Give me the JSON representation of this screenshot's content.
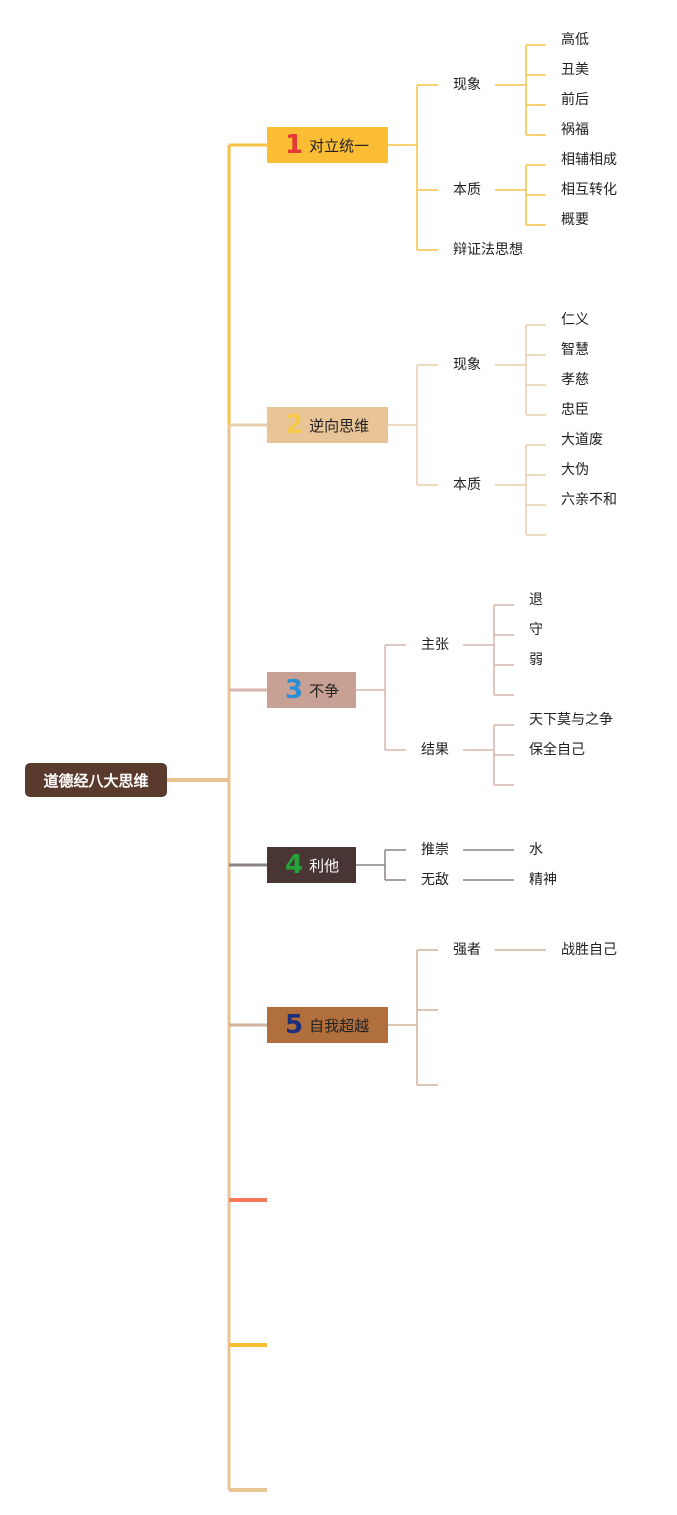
{
  "root": {
    "label": "道德经八大思维"
  },
  "topics": [
    {
      "num": "1",
      "label": "对立统一",
      "box_color": "#fbbd34",
      "num_color": "#e53935",
      "text_color": "#222222",
      "line_color": "#f6c243",
      "subs": [
        {
          "label": "现象",
          "leaves": [
            "高低",
            "丑美",
            "前后",
            "祸福"
          ]
        },
        {
          "label": "本质",
          "leaves": [
            "相辅相成",
            "相互转化",
            "概要"
          ]
        },
        {
          "label": "辩证法思想",
          "leaves": []
        }
      ]
    },
    {
      "num": "2",
      "label": "逆向思维",
      "box_color": "#e8c497",
      "num_color": "#f6c94b",
      "text_color": "#222222",
      "line_color": "#e8cfae",
      "subs": [
        {
          "label": "现象",
          "leaves": [
            "仁义",
            "智慧",
            "孝慈",
            "忠臣"
          ]
        },
        {
          "label": "本质",
          "leaves": [
            "大道废",
            "大伪",
            "六亲不和",
            ""
          ]
        }
      ]
    },
    {
      "num": "3",
      "label": "不争",
      "box_color": "#c9a194",
      "num_color": "#2a8fd6",
      "text_color": "#222222",
      "line_color": "#d9b6ad",
      "subs": [
        {
          "label": "主张",
          "leaves": [
            "退",
            "守",
            "弱",
            ""
          ]
        },
        {
          "label": "结果",
          "leaves": [
            "天下莫与之争",
            "保全自己",
            ""
          ]
        }
      ]
    },
    {
      "num": "4",
      "label": "利他",
      "box_color": "#4a3535",
      "num_color": "#23a43a",
      "text_color": "#ffffff",
      "line_color": "#8c8383",
      "subs": [
        {
          "label": "推崇",
          "leaves": [
            "水"
          ]
        },
        {
          "label": "无敌",
          "leaves": [
            "精神"
          ]
        }
      ]
    },
    {
      "num": "5",
      "label": "自我超越",
      "box_color": "#b16f3d",
      "num_color": "#1f2e7a",
      "text_color": "#222222",
      "line_color": "#cfb39b",
      "subs": [
        {
          "label": "强者",
          "leaves": [
            "战胜自己"
          ]
        },
        {
          "label": "",
          "leaves": []
        },
        {
          "label": "",
          "leaves": []
        }
      ]
    }
  ],
  "empty_branches": [
    {
      "line_color": "#f27a5b"
    },
    {
      "line_color": "#f8be32"
    },
    {
      "line_color": "#e9c594"
    }
  ]
}
